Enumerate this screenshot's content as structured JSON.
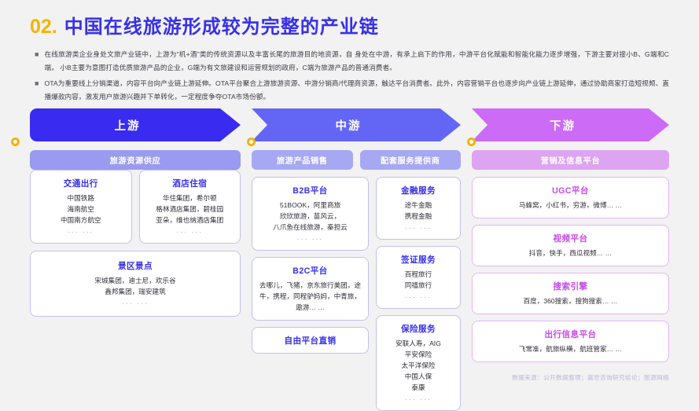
{
  "header": {
    "number": "02.",
    "title": "中国在线旅游形成较为完整的产业链"
  },
  "intro": {
    "bullets": [
      "在线旅游类企业身处文旅产业链中，上游为“机+酒”类的传统资源以及丰富长尾的旅游目的地资源，自 身处在中游，有承上启下的作用，中游平台化赋能和智能化能力逐步增强，下游主要对接小B、G端和C端， 小B主要为意图打造优质旅游产品的企业，G端为有文旅建设和运营规划的政府，C端为旅游产品的普通消费者。",
      "OTA为重要线上分销渠道，内容平台向产业链上游延伸。OTA平台聚合上游旅游资源、中游分销商/代理商资源，触达平台消费者。此外，内容营销平台也逐步向产业链上游延伸，通过协助商家打造短视频、直播爆款内容，激发用户旅游兴趣并下单转化，一定程度争夺OTA市场份额。"
    ]
  },
  "colors": {
    "upstream_banner": "#3a2bf0",
    "midstream_banner": "#6366f5",
    "downstream_banner": "#cc6bf5",
    "accent_yellow": "#f5b301",
    "title_blue": "#3730e8",
    "pink_title": "#c44ae8"
  },
  "chain": {
    "upstream": {
      "banner": "上游",
      "subheads": [
        "旅游资源供应"
      ],
      "cards": [
        {
          "title": "交通出行",
          "lines": [
            "中国铁路",
            "海南航空",
            "中国南方航空"
          ],
          "ellipsis": "··· ···"
        },
        {
          "title": "酒店住宿",
          "lines": [
            "华住集团，希尔顿",
            "格林酒店集团，碧桂园",
            "亚朵，维也纳酒店集团"
          ],
          "ellipsis": "··· ···"
        },
        {
          "title": "景区景点",
          "lines": [
            "宋城集团，迪士尼，欢乐谷",
            "鑫邦集团，瑞安建筑"
          ],
          "ellipsis": "··· ···"
        }
      ]
    },
    "midstream": {
      "banner": "中游",
      "subheads": [
        "旅游产品销售",
        "配套服务提供商"
      ],
      "sales_cards": [
        {
          "title": "B2B平台",
          "lines": [
            "51BOOK，阿里商旅",
            "欣欣旅游，苗风云，",
            "八爪鱼在线旅游，秦担云"
          ],
          "ellipsis": "··· ···"
        },
        {
          "title": "B2C平台",
          "lines": [
            "去哪儿，飞猪，京东旅行美团，途",
            "牛，携程，同程驴妈妈，中青旅，",
            "遨游… …"
          ],
          "ellipsis": ""
        }
      ],
      "direct_card": "自由平台直销",
      "service_cards": [
        {
          "title": "金融服务",
          "lines": [
            "途牛金融",
            "携程金融"
          ],
          "ellipsis": "··· ···"
        },
        {
          "title": "签证服务",
          "lines": [
            "百程旅行",
            "同禧旅行"
          ],
          "ellipsis": "··· ···"
        },
        {
          "title": "保险服务",
          "lines": [
            "安联人寿，AIG",
            "平安保险",
            "太平洋保险",
            "中国人保",
            "泰康"
          ],
          "ellipsis": "··· ···"
        }
      ]
    },
    "downstream": {
      "banner": "下游",
      "subheads": [
        "营销及信息平台"
      ],
      "cards": [
        {
          "title": "UGC平台",
          "lines": [
            "马蜂窝，小红书，穷游，微博… …"
          ],
          "ellipsis": ""
        },
        {
          "title": "视频平台",
          "lines": [
            "抖音，快手，西瓜视频… …"
          ],
          "ellipsis": ""
        },
        {
          "title": "搜索引擎",
          "lines": [
            "百度，360搜索，搜狗搜索… …"
          ],
          "ellipsis": ""
        },
        {
          "title": "出行信息平台",
          "lines": [
            "飞常准，航旅纵横，航班管家… …"
          ],
          "ellipsis": ""
        }
      ]
    }
  },
  "footer": {
    "source": "数据来源：公开数据整理；嘉世咨询研究结论；图源网络"
  }
}
